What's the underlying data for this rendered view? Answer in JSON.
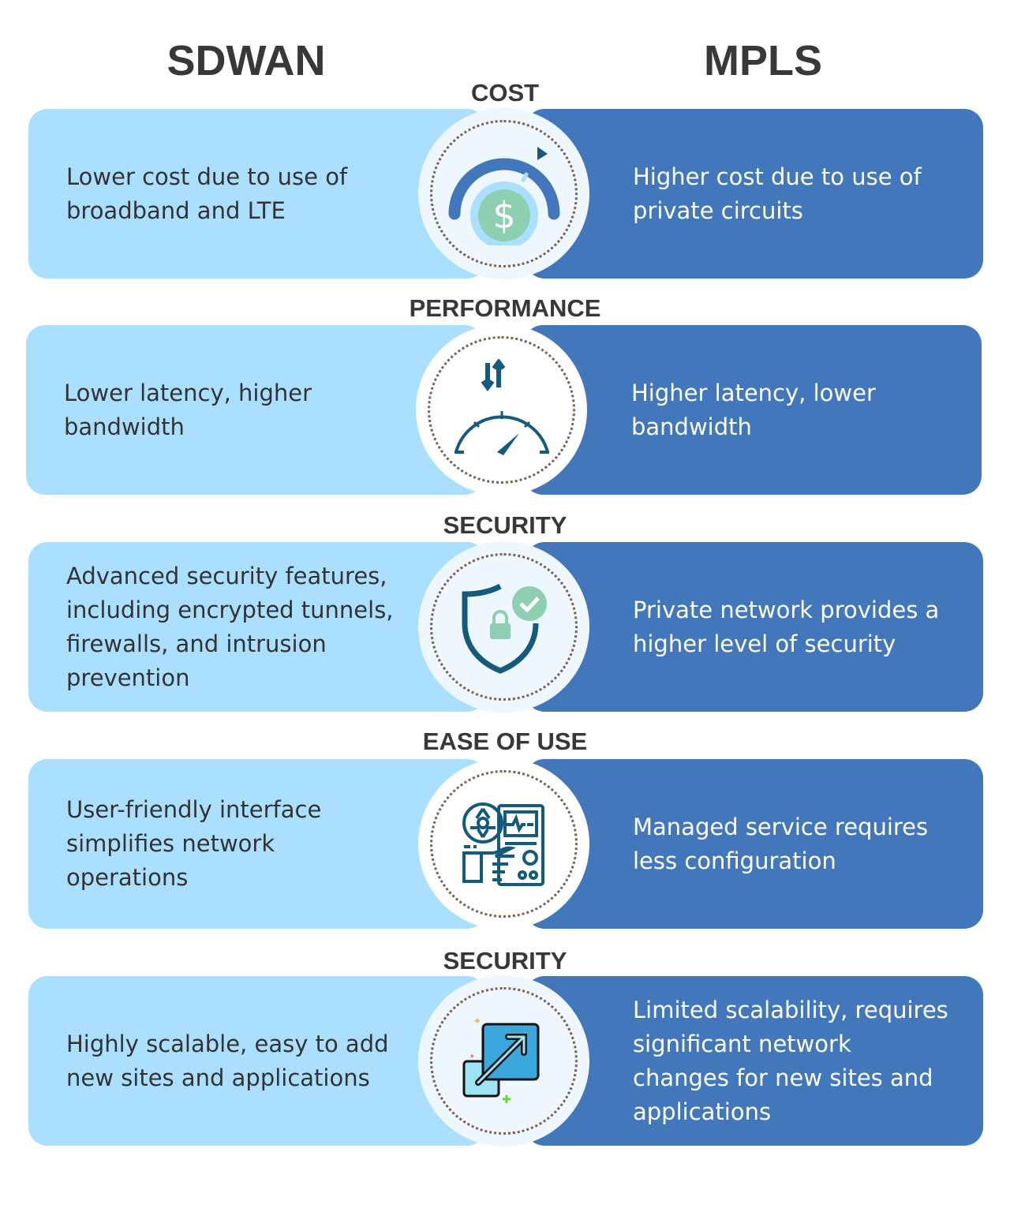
{
  "titles": {
    "left": "SDWAN",
    "right": "MPLS"
  },
  "rows": [
    {
      "category": "COST",
      "left": "Lower cost due to use of broadband and LTE",
      "right": "Higher cost due to use of private circuits",
      "icon": "cost-gauge-dollar-icon"
    },
    {
      "category": "PERFORMANCE",
      "left": "Lower latency, higher bandwidth",
      "right": "Higher latency, lower bandwidth",
      "icon": "speedometer-icon"
    },
    {
      "category": "SECURITY",
      "left": "Advanced security features, including encrypted tunnels, firewalls, and intrusion prevention",
      "right": "Private network provides a higher level of security",
      "icon": "shield-lock-check-icon"
    },
    {
      "category": "EASE OF USE",
      "left": "User-friendly interface simplifies network operations",
      "right": "Managed service requires less configuration",
      "icon": "control-panel-icon"
    },
    {
      "category": "SECURITY",
      "left": "Highly scalable, easy to add new sites and applications",
      "right": "Limited scalability, requires significant network changes for new sites and applications",
      "icon": "scale-up-arrow-icon"
    }
  ],
  "colors": {
    "left_card": "#aadfff",
    "right_card": "#4278bb",
    "circle": "#eef6fe",
    "text": "#383838"
  }
}
